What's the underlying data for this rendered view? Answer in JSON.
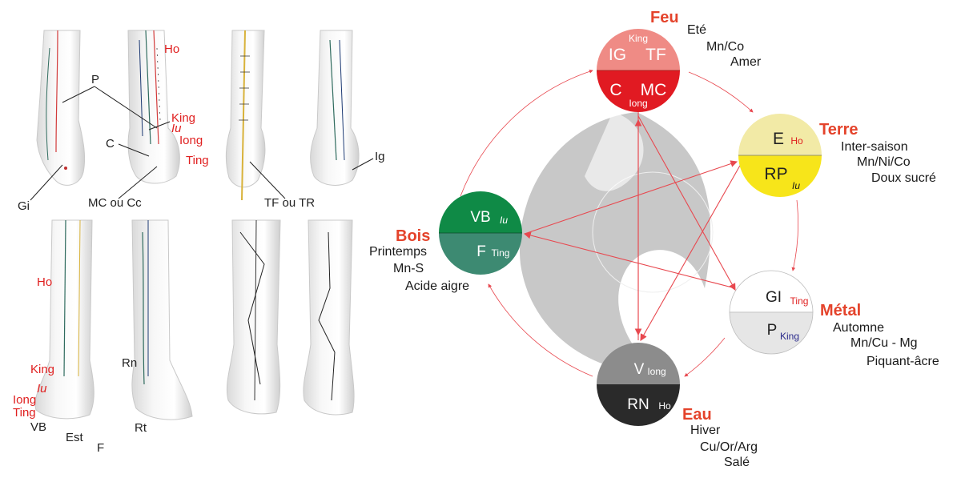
{
  "anatomy": {
    "labels": {
      "p": "P",
      "ho_arm": "Ho",
      "king_arm": "King",
      "iu_arm": "Iu",
      "iong_arm": "Iong",
      "ting_arm": "Ting",
      "c": "C",
      "gi": "Gi",
      "mc_cc": "MC ou Cc",
      "tf_tr": "TF ou TR",
      "ig": "Ig",
      "ho_leg": "Ho",
      "king_leg": "King",
      "iu_leg": "Iu",
      "iong_leg": "Iong",
      "ting_leg": "Ting",
      "vb": "VB",
      "est": "Est",
      "f": "F",
      "rn": "Rn",
      "rt": "Rt"
    }
  },
  "elements": {
    "feu": {
      "name": "Feu",
      "season": "Eté",
      "minerals": "Mn/Co",
      "taste": "Amer",
      "top_points": [
        "King",
        "IG",
        "TF"
      ],
      "bottom_points": [
        "C",
        "MC",
        "Iong"
      ],
      "top_color": "#ef8b85",
      "bottom_color": "#e11a22"
    },
    "terre": {
      "name": "Terre",
      "season": "Inter-saison",
      "minerals": "Mn/Ni/Co",
      "taste": "Doux sucré",
      "top_organ": "E",
      "top_point": "Ho",
      "bottom_organ": "RP",
      "bottom_point": "Iu",
      "top_color": "#f2eaa6",
      "bottom_color": "#f7e51a"
    },
    "metal": {
      "name": "Métal",
      "season": "Automne",
      "minerals": "Mn/Cu - Mg",
      "taste": "Piquant-âcre",
      "top_organ": "GI",
      "top_point": "Ting",
      "bottom_organ": "P",
      "bottom_point": "King",
      "top_color": "#ffffff",
      "bottom_color": "#e6e6e6"
    },
    "eau": {
      "name": "Eau",
      "season": "Hiver",
      "minerals": "Cu/Or/Arg",
      "taste": "Salé",
      "top_organ": "V",
      "top_point": "Iong",
      "bottom_organ": "RN",
      "bottom_point": "Ho",
      "top_color": "#8c8c8c",
      "bottom_color": "#2a2a2a"
    },
    "bois": {
      "name": "Bois",
      "season": "Printemps",
      "minerals": "Mn-S",
      "taste": "Acide aigre",
      "top_organ": "VB",
      "top_point": "Iu",
      "bottom_organ": "F",
      "bottom_point": "Ting",
      "top_color": "#0f8a46",
      "bottom_color": "#3d8a72"
    }
  },
  "colors": {
    "cycle_line": "#e8484f",
    "element_title": "#e4432b",
    "label_red": "#e02020",
    "center_shape": "#c8c8c8"
  }
}
